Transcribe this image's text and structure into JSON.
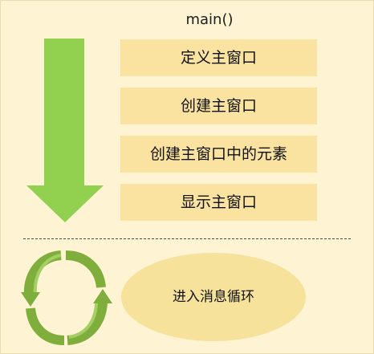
{
  "title": "main()",
  "steps": [
    "定义主窗口",
    "创建主窗口",
    "创建主窗口中的元素",
    "显示主窗口"
  ],
  "loop_label": "进入消息循环",
  "icons": {
    "flow": "down-arrow-icon",
    "loop": "cycle-arrows-icon"
  },
  "colors": {
    "background": "#fef3d3",
    "step_fill": "#fae3a0",
    "arrow_green": "#92d050",
    "cycle_green": "#7fae3c",
    "oval_fill": "#f6e29a"
  }
}
